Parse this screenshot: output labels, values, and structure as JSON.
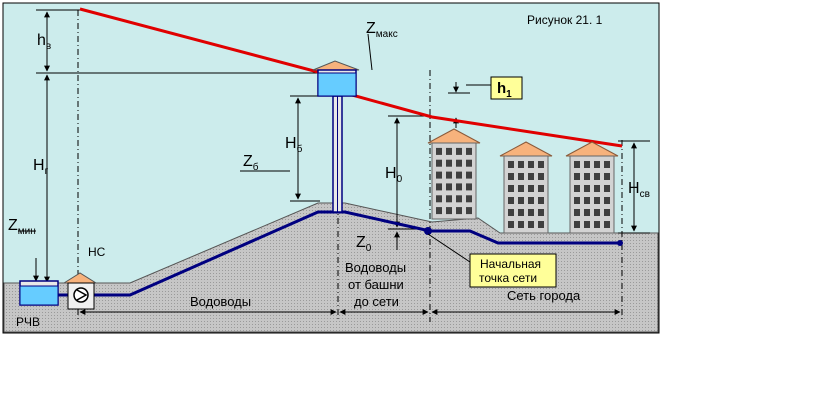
{
  "figure_caption": "Рисунок 21. 1",
  "labels": {
    "hv_main": "h",
    "hv_sub": "в",
    "hg_main": "H",
    "hg_sub": "г",
    "zmaks_main": "Z",
    "zmaks_sub": "макс",
    "h1_main": "h",
    "h1_sub": "1",
    "hb_main": "H",
    "hb_sub": "б",
    "zb_main": "Z",
    "zb_sub": "б",
    "h0_main": "H",
    "h0_sub": "0",
    "hsv_main": "H",
    "hsv_sub": "св",
    "zmin_main": "Z",
    "zmin_sub": "мин",
    "z0_main": "Z",
    "z0_sub": "0",
    "ns": "НС",
    "rchv": "РЧВ",
    "vodovody": "Водоводы",
    "tower_to_net_1": "Водоводы",
    "tower_to_net_2": "от башни",
    "tower_to_net_3": "до сети",
    "city_net": "Сеть города",
    "start_point_1": "Начальная",
    "start_point_2": "точка сети"
  },
  "colors": {
    "sky": "#CCECEC",
    "ground": "#C8C8C8",
    "pipe": "#000080",
    "piezometric": "#E00000",
    "callout_fill": "#FFFF99",
    "roof": "#F7B27C",
    "building": "#D3D3D3",
    "window": "#404040",
    "tank_water": "#66CCFF"
  }
}
